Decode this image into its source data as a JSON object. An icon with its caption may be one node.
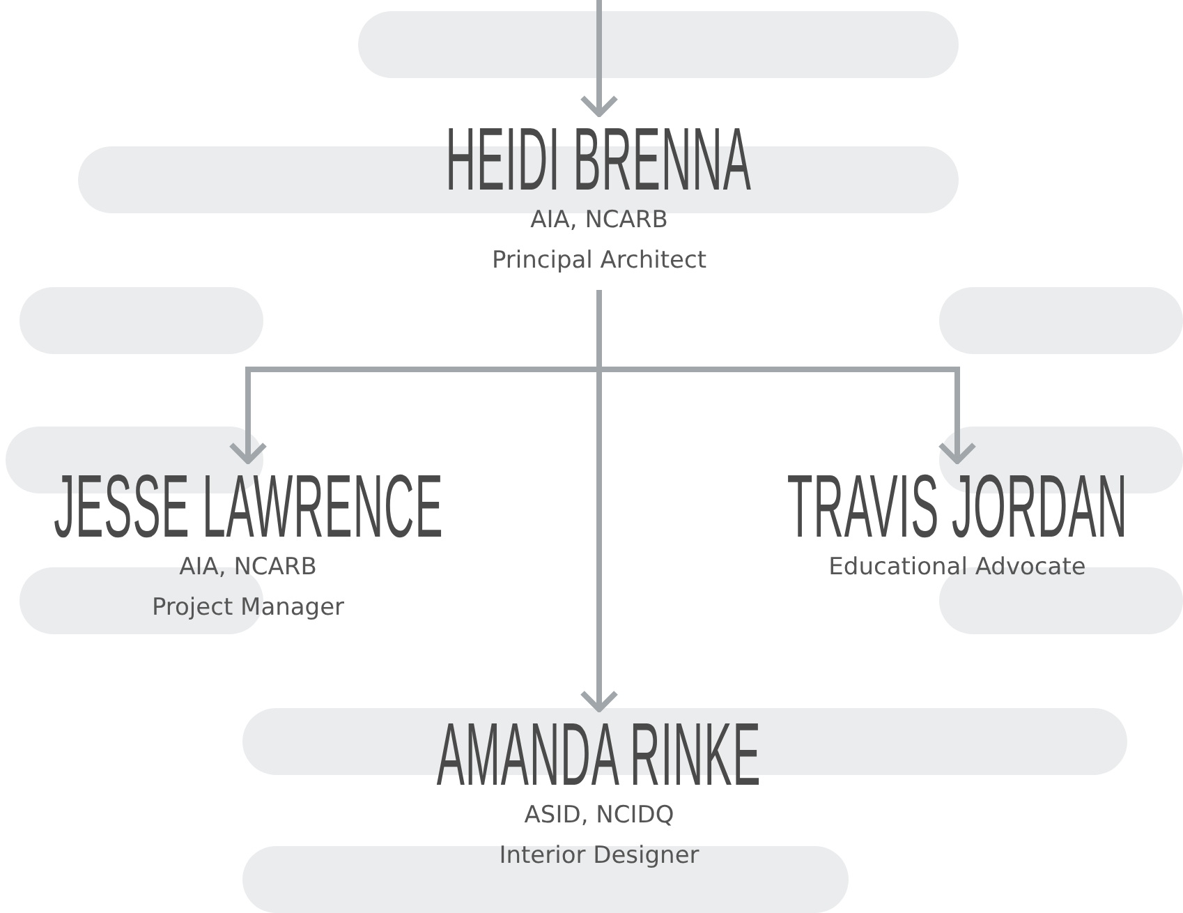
{
  "diagram": {
    "nodes": [
      {
        "text": [
          "HEIDI BRENNA",
          "AIA, NCARB",
          "Principal Architect"
        ]
      },
      {
        "text": [
          "JESSE LAWRENCE",
          "AIA, NCARB",
          "Project Manager"
        ]
      },
      {
        "text": [
          "TRAVIS JORDAN",
          "Educational Advocate"
        ]
      },
      {
        "text": [
          "AMANDA RINKE",
          "ASID, NCIDQ",
          "Interior Designer"
        ]
      }
    ],
    "edges": [
      {
        "from": null,
        "to": 0,
        "arrow": "to"
      },
      {
        "from": 0,
        "to": 1,
        "arrow": "to"
      },
      {
        "from": 0,
        "to": 2,
        "arrow": "to"
      },
      {
        "from": 0,
        "to": 3,
        "arrow": "to"
      }
    ]
  }
}
